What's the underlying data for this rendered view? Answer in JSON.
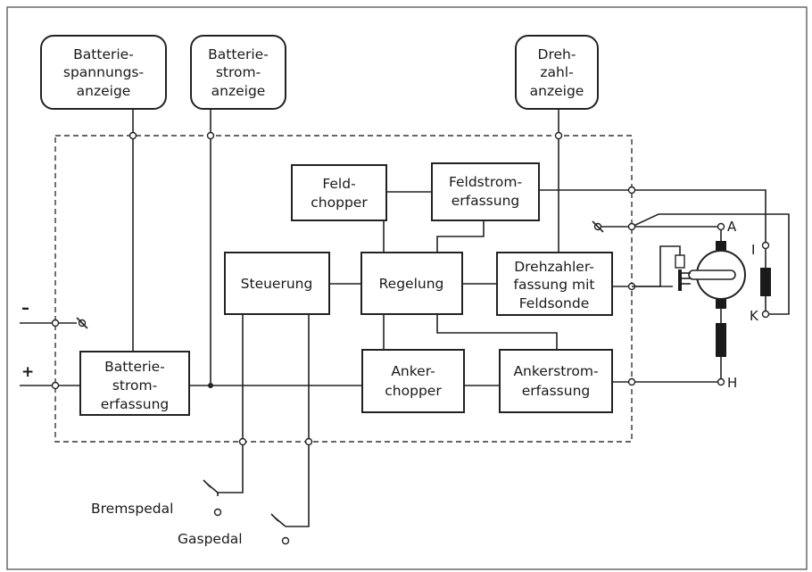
{
  "displays": {
    "battery_voltage": [
      "Batterie-",
      "spannungs-",
      "anzeige"
    ],
    "battery_current": [
      "Batterie-",
      "strom-",
      "anzeige"
    ],
    "speed": [
      "Dreh-",
      "zahl-",
      "anzeige"
    ]
  },
  "blocks": {
    "field_chopper": [
      "Feld-",
      "chopper"
    ],
    "field_current_sensing": [
      "Feldstrom-",
      "erfassung"
    ],
    "control_unit": [
      "Steuerung"
    ],
    "regulation": [
      "Regelung"
    ],
    "speed_sensing": [
      "Drehzahler-",
      "fassung mit",
      "Feldsonde"
    ],
    "battery_current_sensing": [
      "Batterie-",
      "strom-",
      "erfassung"
    ],
    "armature_chopper": [
      "Anker-",
      "chopper"
    ],
    "armature_current_sensing": [
      "Ankerstrom-",
      "erfassung"
    ]
  },
  "terminals": {
    "minus": "–",
    "plus": "+",
    "A": "A",
    "I": "I",
    "K": "K",
    "H": "H"
  },
  "pedals": {
    "brake": "Bremspedal",
    "gas": "Gaspedal"
  }
}
